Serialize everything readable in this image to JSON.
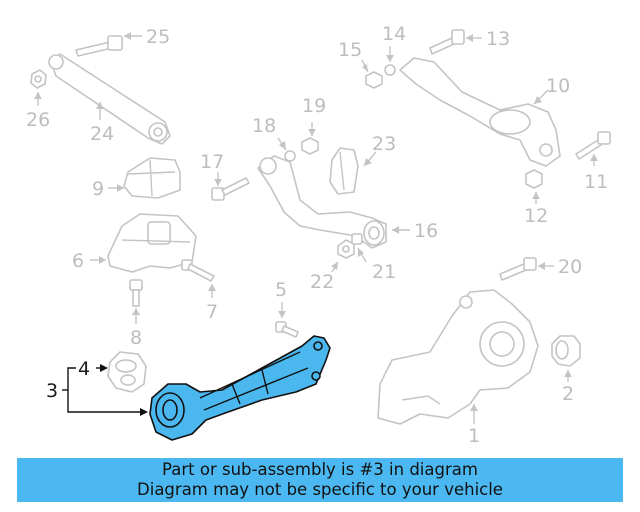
{
  "callouts": {
    "c1": "1",
    "c2": "2",
    "c3": "3",
    "c4": "4",
    "c5": "5",
    "c6": "6",
    "c7": "7",
    "c8": "8",
    "c9": "9",
    "c10": "10",
    "c11": "11",
    "c12": "12",
    "c13": "13",
    "c14": "14",
    "c15": "15",
    "c16": "16",
    "c17": "17",
    "c18": "18",
    "c19": "19",
    "c20": "20",
    "c21": "21",
    "c22": "22",
    "c23": "23",
    "c24": "24",
    "c25": "25",
    "c26": "26"
  },
  "highlighted_part": "3",
  "colors": {
    "highlight_fill": "#4ab8ef",
    "banner_bg": "#4cb8f2",
    "part_outline": "#c4c4c4"
  },
  "banner": {
    "line1": "Part or sub-assembly is #3 in diagram",
    "line2": "Diagram may not be specific to your vehicle"
  }
}
